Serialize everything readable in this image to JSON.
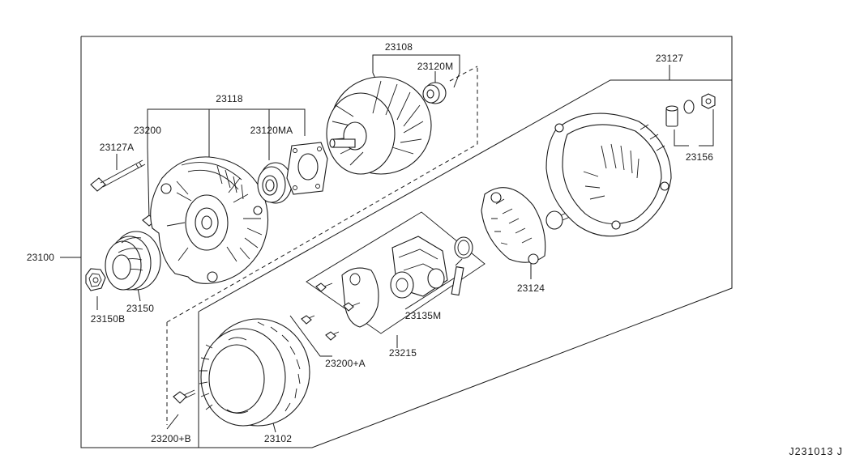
{
  "labels": {
    "p23108": "23108",
    "p23120M": "23120M",
    "p23127": "23127",
    "p23118": "23118",
    "p23200": "23200",
    "p23120MA": "23120MA",
    "p23127A": "23127A",
    "p23156": "23156",
    "p23100": "23100",
    "p23124": "23124",
    "p23150": "23150",
    "p23150B": "23150B",
    "p23135M": "23135M",
    "p23215": "23215",
    "p23200A": "23200+A",
    "p23200B": "23200+B",
    "p23102": "23102"
  },
  "reference_code": "J231013 J"
}
